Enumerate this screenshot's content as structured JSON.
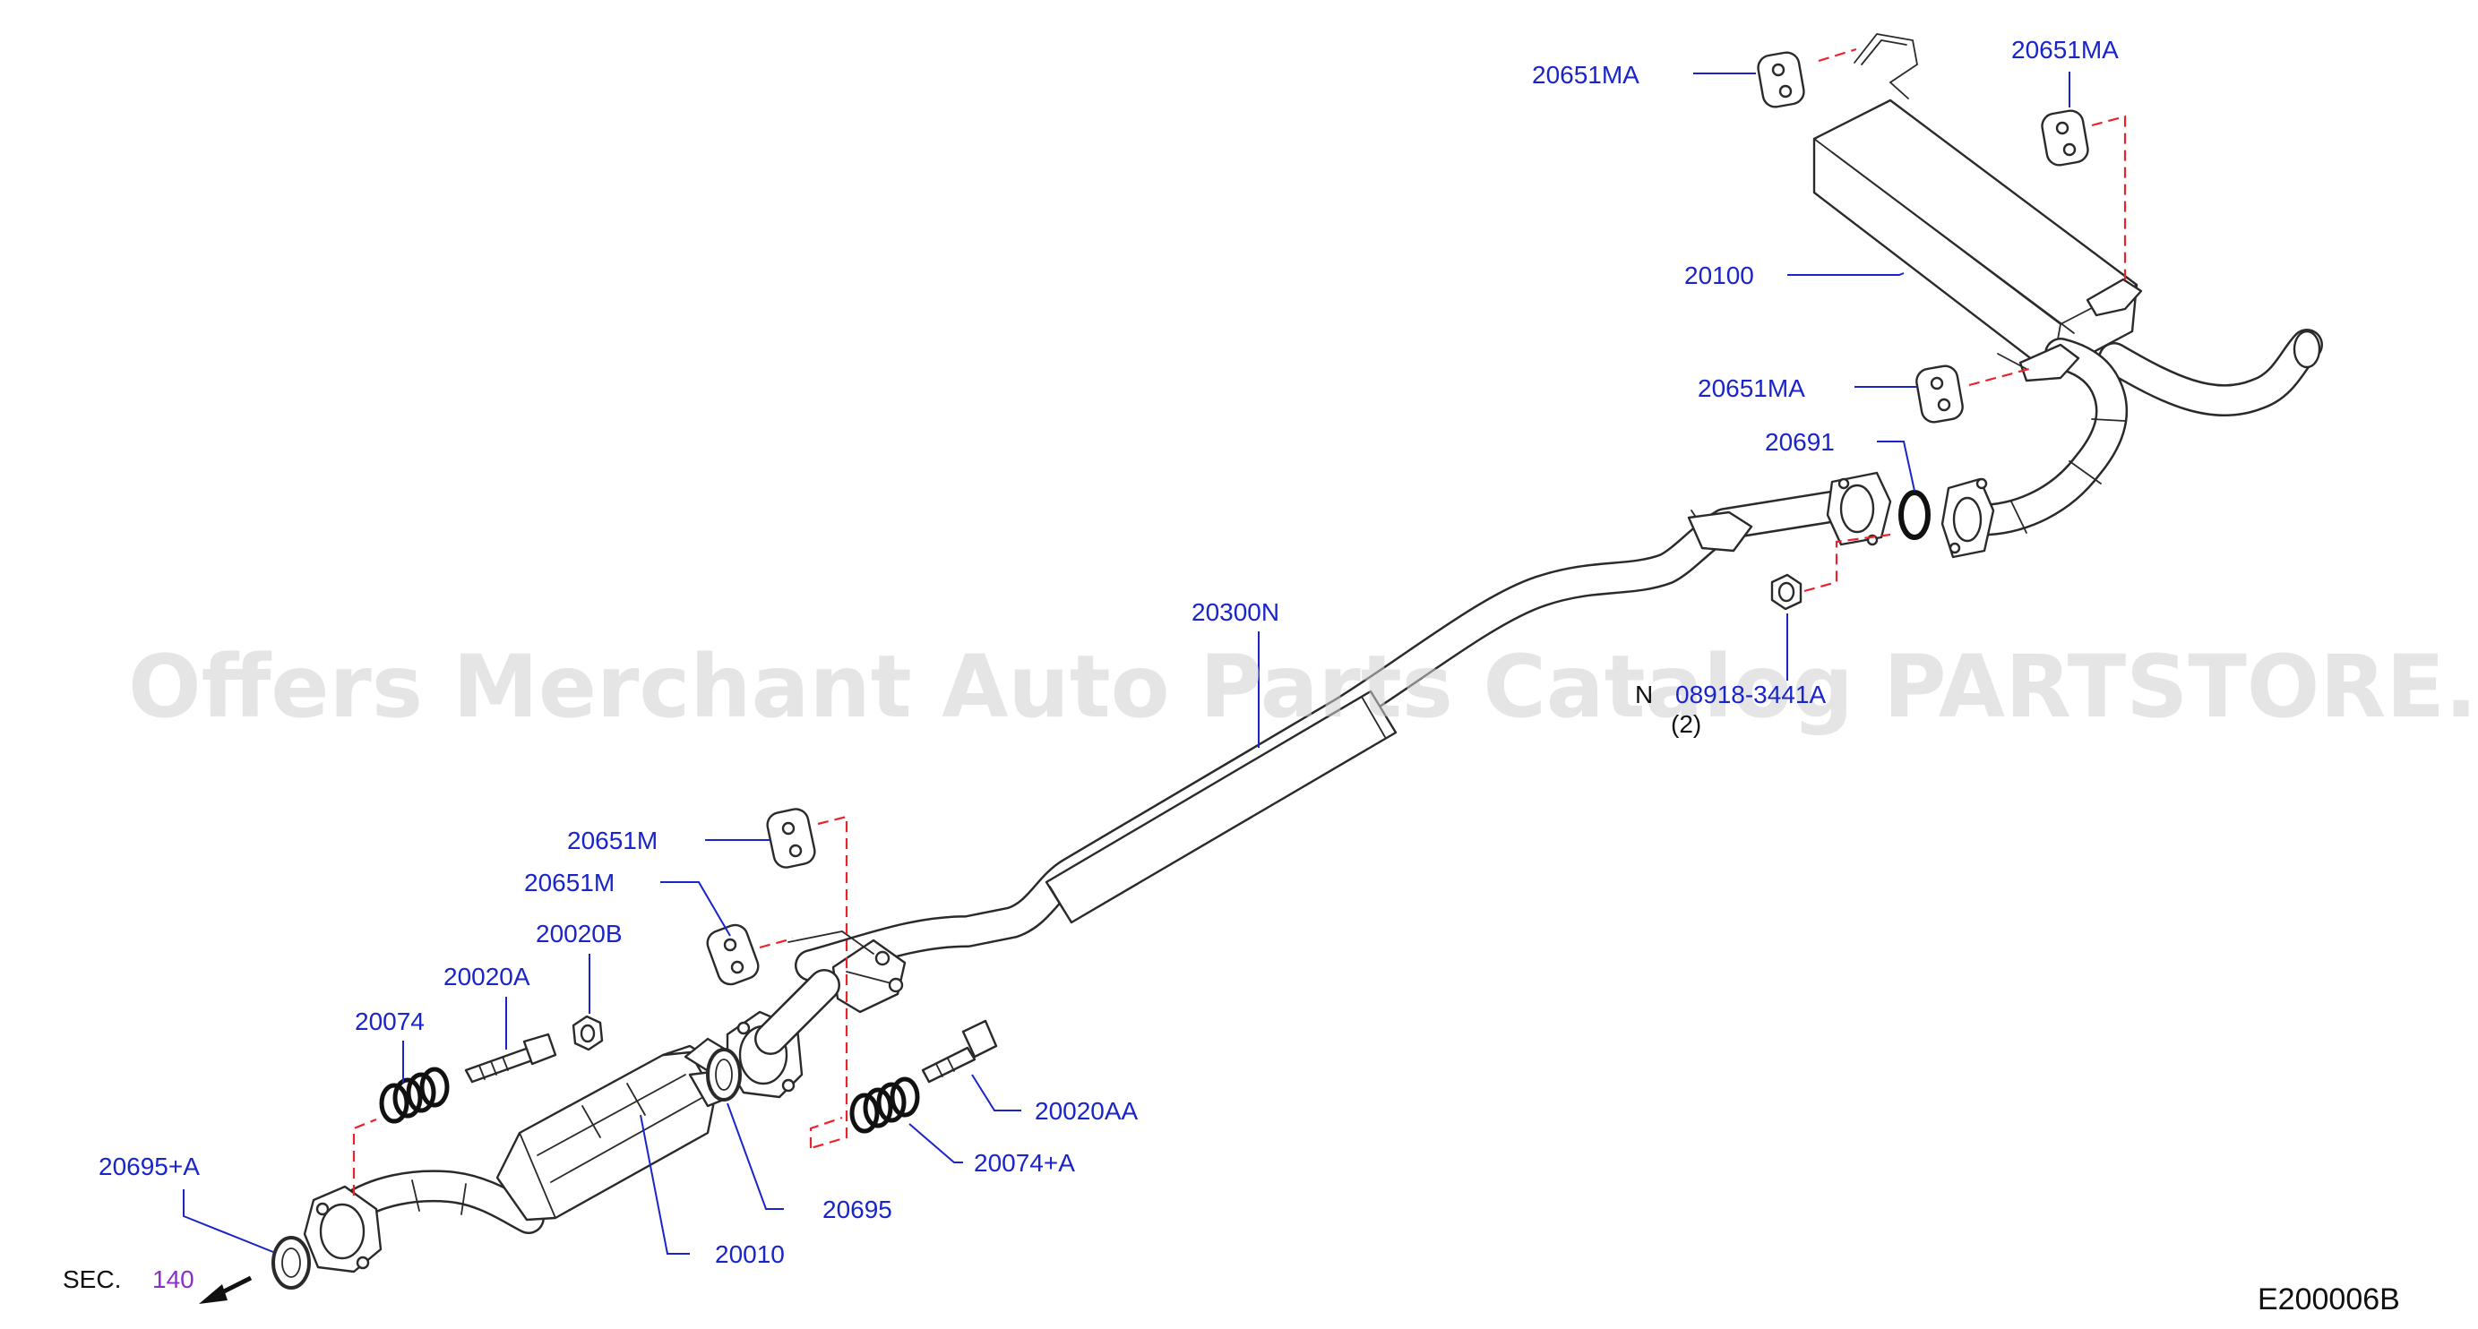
{
  "diagram": {
    "watermark": "Offers Merchant Auto Parts Catalog PARTSTORE.SA",
    "diagram_code": "E200006B",
    "section_ref": {
      "prefix": "SEC.",
      "number": "140"
    },
    "note": {
      "letter": "N",
      "part": "08918-3441A",
      "qty": "(2)"
    },
    "labels": {
      "mount_top_left": "20651MA",
      "mount_top_right": "20651MA",
      "muffler": "20100",
      "mount_mid": "20651MA",
      "gasket_rear": "20691",
      "center_pipe": "20300N",
      "mount_front_upper": "20651M",
      "mount_front_lower": "20651M",
      "nut": "20020B",
      "stud_bolt": "20020A",
      "spring_left": "20074",
      "front_ring": "20695+A",
      "catalytic_converter": "20010",
      "gasket_front": "20695",
      "spring_right": "20074+A",
      "bolt_right": "20020AA"
    }
  }
}
